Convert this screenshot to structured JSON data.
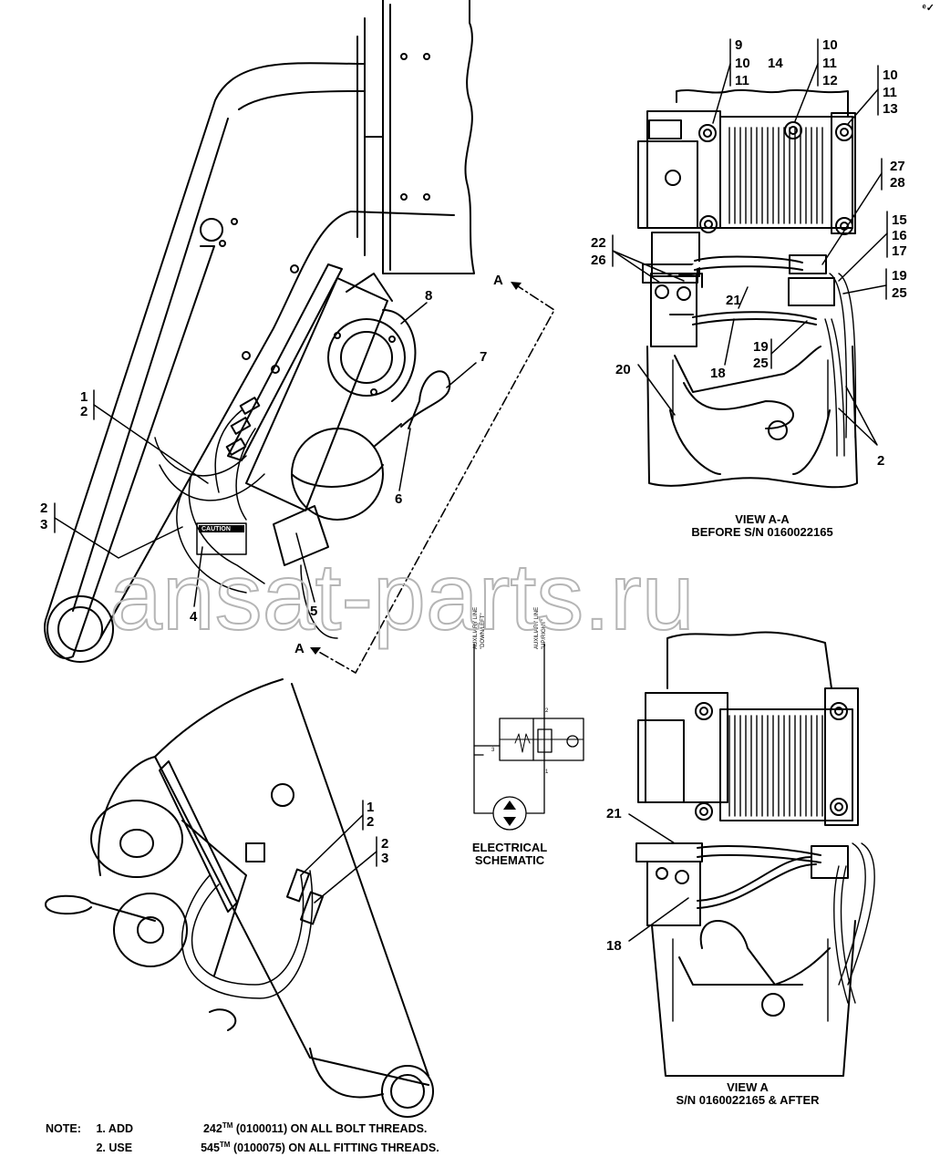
{
  "page": {
    "corner_mark": "ᵉ✓"
  },
  "callouts": {
    "main": [
      "1",
      "2",
      "2",
      "3",
      "4",
      "5",
      "6",
      "7",
      "8"
    ],
    "view_aa": [
      "9",
      "10",
      "11",
      "14",
      "10",
      "11",
      "12",
      "10",
      "11",
      "13",
      "27",
      "28",
      "15",
      "16",
      "17",
      "22",
      "26",
      "19",
      "25",
      "21",
      "19",
      "25",
      "18",
      "20",
      "2"
    ],
    "view_a": [
      "21",
      "18"
    ],
    "lower": [
      "1",
      "2",
      "2",
      "3"
    ]
  },
  "section_marker": "A",
  "views": {
    "view_aa_title": "VIEW A-A",
    "view_aa_sub": "BEFORE S/N 0160022165",
    "view_a_title": "VIEW A",
    "view_a_sub": "S/N 0160022165 & AFTER"
  },
  "schematic": {
    "title_1": "ELECTRICAL",
    "title_2": "SCHEMATIC",
    "wire_left_1": "AUXILIARY LINE",
    "wire_left_2": "\"DOWN/LEFT\"",
    "wire_right_1": "AUXILIARY LINE",
    "wire_right_2": "\"UP/RIGHT\"",
    "pin_2": "2",
    "pin_3": "3",
    "pin_1": "1"
  },
  "decal": {
    "title": "CAUTION"
  },
  "watermark": "ansat-parts.ru",
  "notes": {
    "label": "NOTE:",
    "line_1_prefix": "1. ADD",
    "line_1_value": "242",
    "line_1_tm": "TM",
    "line_1_suffix": "(0100011) ON ALL BOLT THREADS.",
    "line_2_prefix": "2. USE",
    "line_2_value": "545",
    "line_2_tm": "TM",
    "line_2_suffix": "(0100075) ON ALL FITTING THREADS."
  }
}
